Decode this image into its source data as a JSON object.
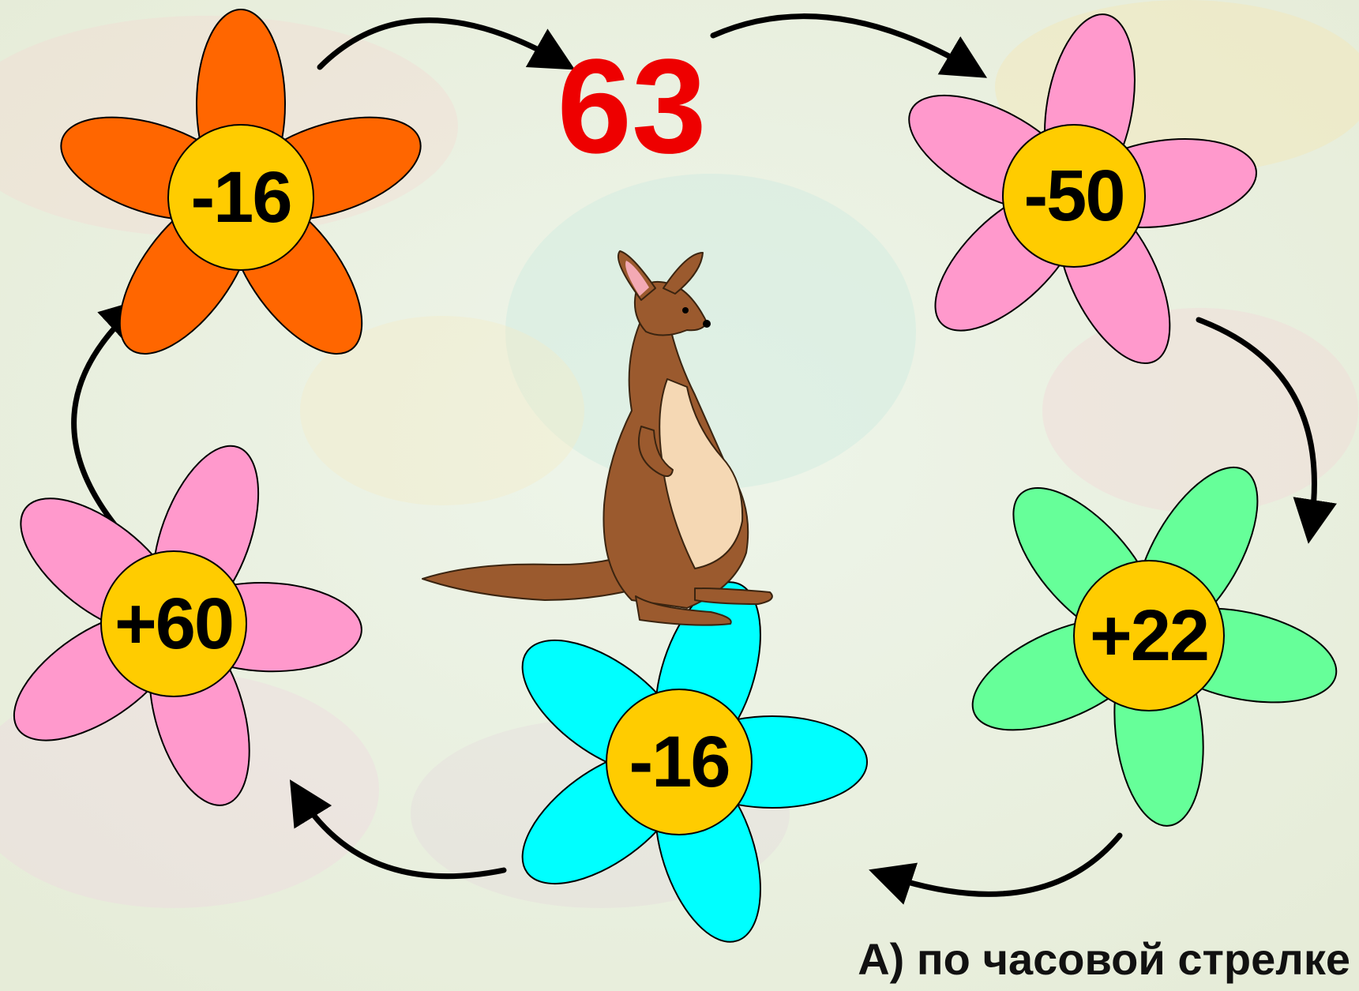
{
  "start_number": "63",
  "flowers": [
    {
      "label": "-16",
      "petal_color": "#ff6600"
    },
    {
      "label": "-50",
      "petal_color": "#ff99cc"
    },
    {
      "label": "+22",
      "petal_color": "#66ff99"
    },
    {
      "label": "-16",
      "petal_color": "#00ffff"
    },
    {
      "label": "+60",
      "petal_color": "#ff99cc"
    }
  ],
  "center_color": "#ffcc00",
  "caption": "А) по часовой стрелке",
  "icons": {
    "arrow": "curved-arrow-icon",
    "animal": "kangaroo-icon"
  }
}
